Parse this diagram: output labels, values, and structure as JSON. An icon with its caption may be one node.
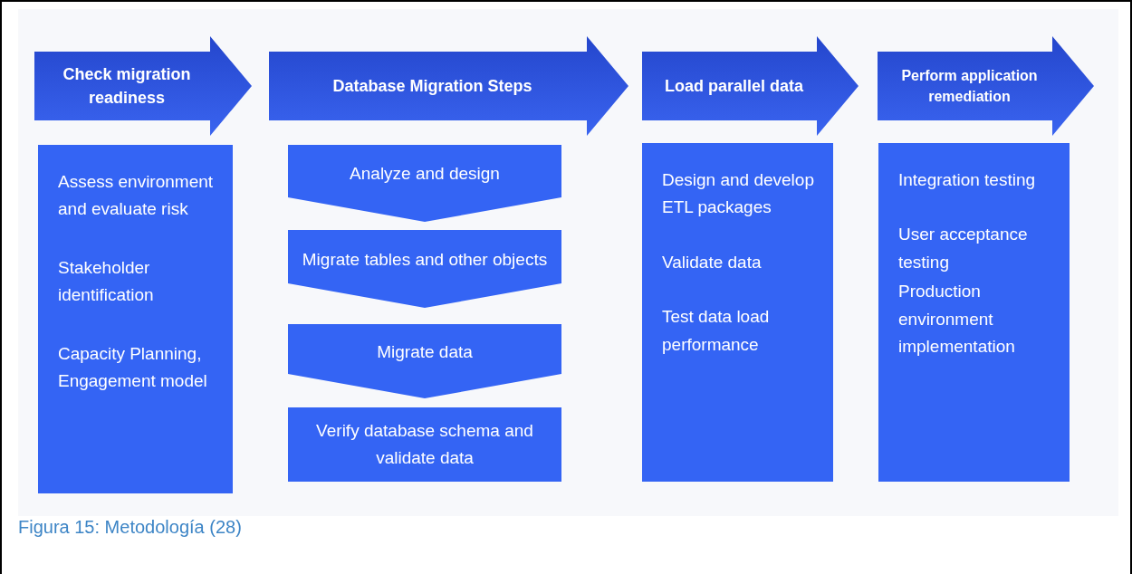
{
  "diagram": {
    "caption": "Figura 15: Metodología (28)",
    "nodes": [
      {
        "text": [
          "Check migration readiness"
        ]
      },
      {
        "text": [
          "Assess environment and evaluate risk",
          "Stakeholder identification",
          "Capacity Planning, Engagement model"
        ]
      },
      {
        "text": [
          "Database Migration Steps"
        ]
      },
      {
        "text": [
          "Analyze and design"
        ]
      },
      {
        "text": [
          "Migrate tables and other objects"
        ]
      },
      {
        "text": [
          "Migrate data"
        ]
      },
      {
        "text": [
          "Verify database schema and validate data"
        ]
      },
      {
        "text": [
          "Load parallel data"
        ]
      },
      {
        "text": [
          "Design and develop ETL packages",
          "Validate data",
          "Test data load performance"
        ]
      },
      {
        "text": [
          "Perform application remediation"
        ]
      },
      {
        "text": [
          "Integration testing",
          "User acceptance testing",
          "Production environment implementation"
        ]
      }
    ]
  }
}
